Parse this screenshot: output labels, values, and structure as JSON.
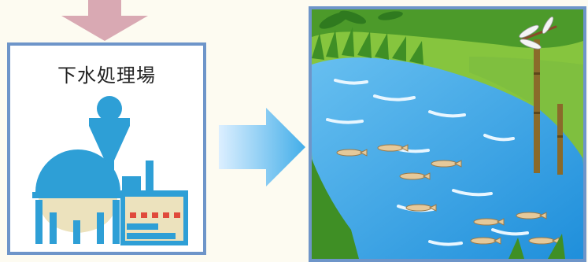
{
  "plant_panel": {
    "title": "下水処理場",
    "icon": "sewage-treatment-plant-icon"
  },
  "river_panel": {
    "illustration": "clean-river-scene",
    "fish_count": 9,
    "dragonfly_count": 1
  },
  "colors": {
    "panel_border": "#6e95c9",
    "plant_blue": "#2e9fd6",
    "plant_beige": "#ece2bd",
    "down_arrow": "#d9a9b3",
    "flow_arrow_light": "#dcefff",
    "flow_arrow_dark": "#43aee9",
    "water": "#3fa6e6",
    "grass": "#7fbf3f"
  }
}
